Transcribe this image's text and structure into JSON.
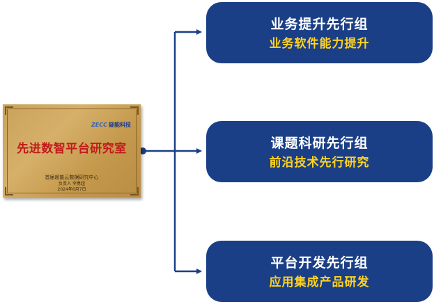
{
  "plaque": {
    "logo_mark": "ZECC",
    "logo_text": "疑能科技",
    "title": "先进数智平台研究室",
    "org": "首届超能云数据研究中心",
    "person": "负责人    李勇超",
    "date": "2024年6月7日"
  },
  "groups": [
    {
      "title": "业务提升先行组",
      "subtitle": "业务软件能力提升"
    },
    {
      "title": "课题科研先行组",
      "subtitle": "前沿技术先行研究"
    },
    {
      "title": "平台开发先行组",
      "subtitle": "应用集成产品研发"
    }
  ],
  "colors": {
    "box_fill": "#1b3f86",
    "title_text": "#ffffff",
    "subtitle_text": "#ffd21f",
    "connector": "#1b3f86",
    "plaque_title": "#c21a1a",
    "plaque_gold": "#c9a35a"
  }
}
